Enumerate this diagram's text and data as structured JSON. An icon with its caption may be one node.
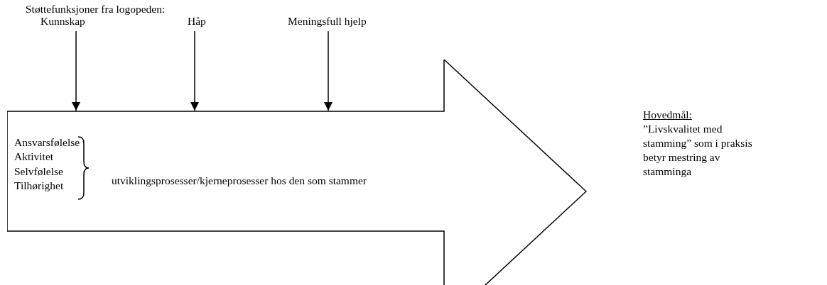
{
  "diagram": {
    "nodes": [
      {
        "text": [
          "Kunnskap"
        ]
      },
      {
        "text": [
          "Håp"
        ]
      },
      {
        "text": [
          "Meningsfull hjelp"
        ]
      },
      {
        "text": [
          "Ansvarsfølelse",
          "Aktivitet",
          "Selvfølelse",
          "Tilhørighet",
          "utviklingsprosesser/kjerneprosesser hos den som stammer"
        ]
      }
    ],
    "edges": [
      {
        "from": 0,
        "to": 3,
        "arrow": "to"
      },
      {
        "from": 1,
        "to": 3,
        "arrow": "to"
      },
      {
        "from": 2,
        "to": 3,
        "arrow": "to"
      }
    ],
    "labels": [
      "Støttefunksjoner fra logopeden:",
      "Hovedmål:",
      "”Livskvalitet med stamming” som i praksis betyr mestring av stamminga"
    ]
  }
}
